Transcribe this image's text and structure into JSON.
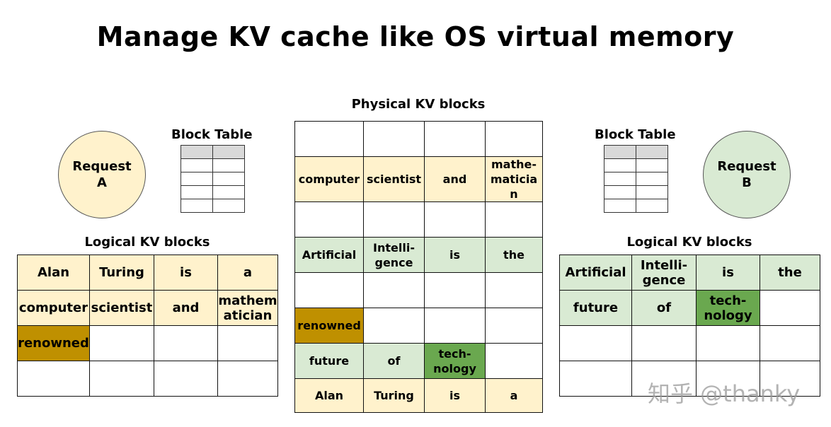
{
  "title": "Manage KV cache like OS virtual memory",
  "physical": {
    "label": "Physical KV blocks",
    "rows": [
      [
        "",
        "",
        "",
        ""
      ],
      [
        "computer",
        "scientist",
        "and",
        "mathe-\nmaticia\nn"
      ],
      [
        "",
        "",
        "",
        ""
      ],
      [
        "Artificial",
        "Intelli-\ngence",
        "is",
        "the"
      ],
      [
        "",
        "",
        "",
        ""
      ],
      [
        "renowned",
        "",
        "",
        ""
      ],
      [
        "future",
        "of",
        "tech-\nnology",
        ""
      ],
      [
        "Alan",
        "Turing",
        "is",
        "a"
      ]
    ],
    "colors": [
      [
        "",
        "",
        "",
        ""
      ],
      [
        "y",
        "y",
        "y",
        "y"
      ],
      [
        "",
        "",
        "",
        ""
      ],
      [
        "g",
        "g",
        "g",
        "g"
      ],
      [
        "",
        "",
        "",
        ""
      ],
      [
        "b",
        "",
        "",
        ""
      ],
      [
        "g",
        "g",
        "dg",
        ""
      ],
      [
        "y",
        "y",
        "y",
        "y"
      ]
    ]
  },
  "request_a": {
    "label": "Request\nA",
    "block_table_label": "Block Table",
    "logical_label": "Logical KV blocks",
    "rows": [
      [
        "Alan",
        "Turing",
        "is",
        "a"
      ],
      [
        "computer",
        "scientist",
        "and",
        "mathem\natician"
      ],
      [
        "renowned",
        "",
        "",
        ""
      ],
      [
        "",
        "",
        "",
        ""
      ]
    ],
    "colors": [
      [
        "y",
        "y",
        "y",
        "y"
      ],
      [
        "y",
        "y",
        "y",
        "y"
      ],
      [
        "b",
        "",
        "",
        ""
      ],
      [
        "",
        "",
        "",
        ""
      ]
    ]
  },
  "request_b": {
    "label": "Request\nB",
    "block_table_label": "Block Table",
    "logical_label": "Logical KV blocks",
    "rows": [
      [
        "Artificial",
        "Intelli-\ngence",
        "is",
        "the"
      ],
      [
        "future",
        "of",
        "tech-\nnology",
        ""
      ],
      [
        "",
        "",
        "",
        ""
      ],
      [
        "",
        "",
        "",
        ""
      ]
    ],
    "colors": [
      [
        "g",
        "g",
        "g",
        "g"
      ],
      [
        "g",
        "g",
        "dg",
        ""
      ],
      [
        "",
        "",
        "",
        ""
      ],
      [
        "",
        "",
        "",
        ""
      ]
    ]
  },
  "palette": {
    "y": "#fff2cc",
    "g": "#d9ead3",
    "b": "#bf9000",
    "dg": "#6aa84f",
    "circle_a": "#fff2cc",
    "circle_b": "#d9ead3"
  },
  "watermark": "知乎 @thanky"
}
